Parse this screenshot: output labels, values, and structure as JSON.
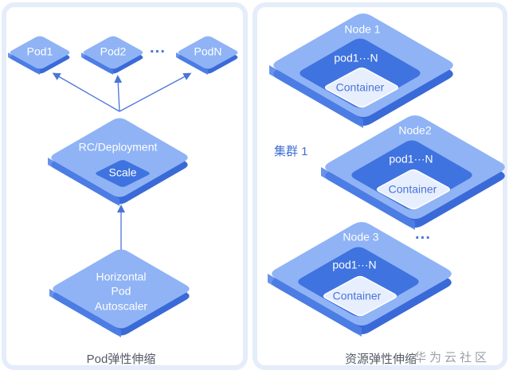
{
  "colors": {
    "panel_border": "#e5edfb",
    "tile_top": "#8fb3f5",
    "tile_side_left": "#4f80e6",
    "tile_side_right": "#3a6ad8",
    "inner_dark": "#3f73e0",
    "container_fill": "#e7efff",
    "arrow": "#4a74d9",
    "text_white": "#ffffff",
    "text_blue": "#4a72d8"
  },
  "left_panel": {
    "caption": "Pod弹性伸缩",
    "pods": [
      {
        "label": "Pod1"
      },
      {
        "label": "Pod2"
      },
      {
        "label": "PodN"
      }
    ],
    "pods_ellipsis": "···",
    "controller": {
      "label": "RC/Deployment",
      "inner_label": "Scale"
    },
    "autoscaler": {
      "lines": [
        "Horizontal",
        "Pod",
        "Autoscaler"
      ]
    }
  },
  "right_panel": {
    "caption": "资源弹性伸缩",
    "cluster_label": "集群 1",
    "nodes": [
      {
        "label": "Node 1",
        "pod_label": "pod1···N",
        "container_label": "Container"
      },
      {
        "label": "Node2",
        "pod_label": "pod1···N",
        "container_label": "Container"
      },
      {
        "label": "Node 3",
        "pod_label": "pod1···N",
        "container_label": "Container"
      }
    ],
    "nodes_ellipsis": "···"
  },
  "watermark": "华为云社区"
}
